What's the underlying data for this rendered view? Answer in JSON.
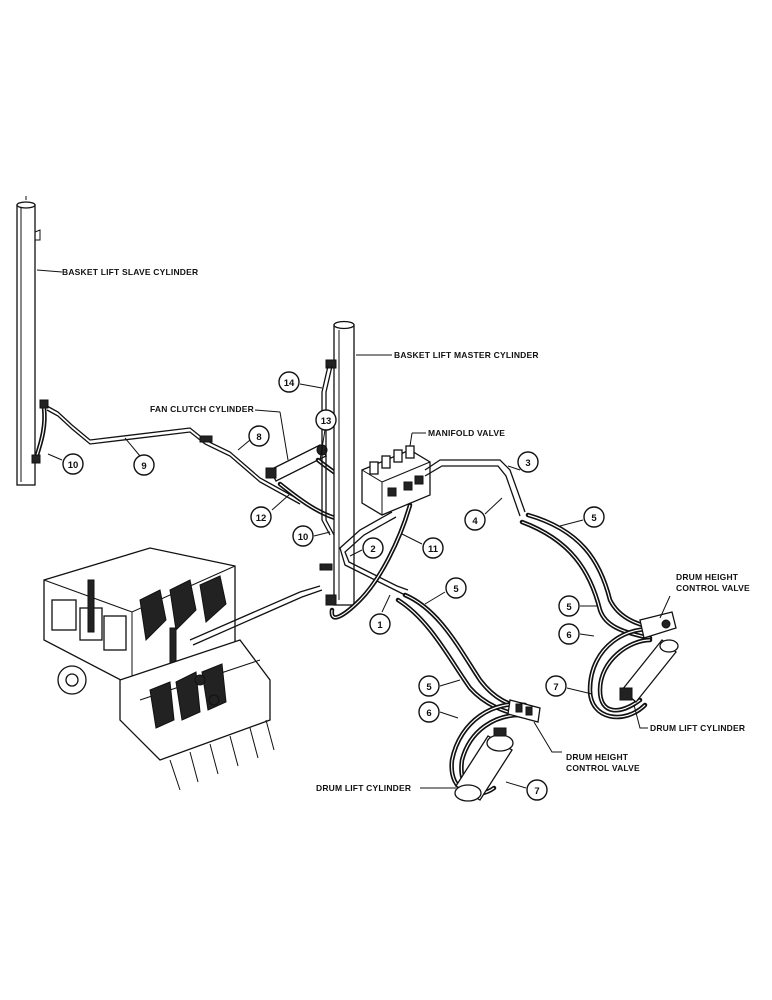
{
  "labels": {
    "basket_lift_slave": "BASKET LIFT SLAVE CYLINDER",
    "basket_lift_master": "BASKET LIFT MASTER CYLINDER",
    "fan_clutch": "FAN CLUTCH CYLINDER",
    "manifold_valve": "MANIFOLD VALVE",
    "drum_height_right_1": "DRUM HEIGHT",
    "drum_height_right_2": "CONTROL VALVE",
    "drum_lift_right": "DRUM LIFT CYLINDER",
    "drum_height_center_1": "DRUM HEIGHT",
    "drum_height_center_2": "CONTROL VALVE",
    "drum_lift_left": "DRUM LIFT CYLINDER"
  },
  "callouts": {
    "c10_left": "10",
    "c9": "9",
    "c8": "8",
    "c12": "12",
    "c14": "14",
    "c13": "13",
    "c10_mid": "10",
    "c2": "2",
    "c11": "11",
    "c3": "3",
    "c4": "4",
    "c5_top": "5",
    "c1": "1",
    "c5_mid": "5",
    "c5_right": "5",
    "c6_right": "6",
    "c7_right": "7",
    "c5_low": "5",
    "c6_low": "6",
    "c7_low": "7"
  }
}
